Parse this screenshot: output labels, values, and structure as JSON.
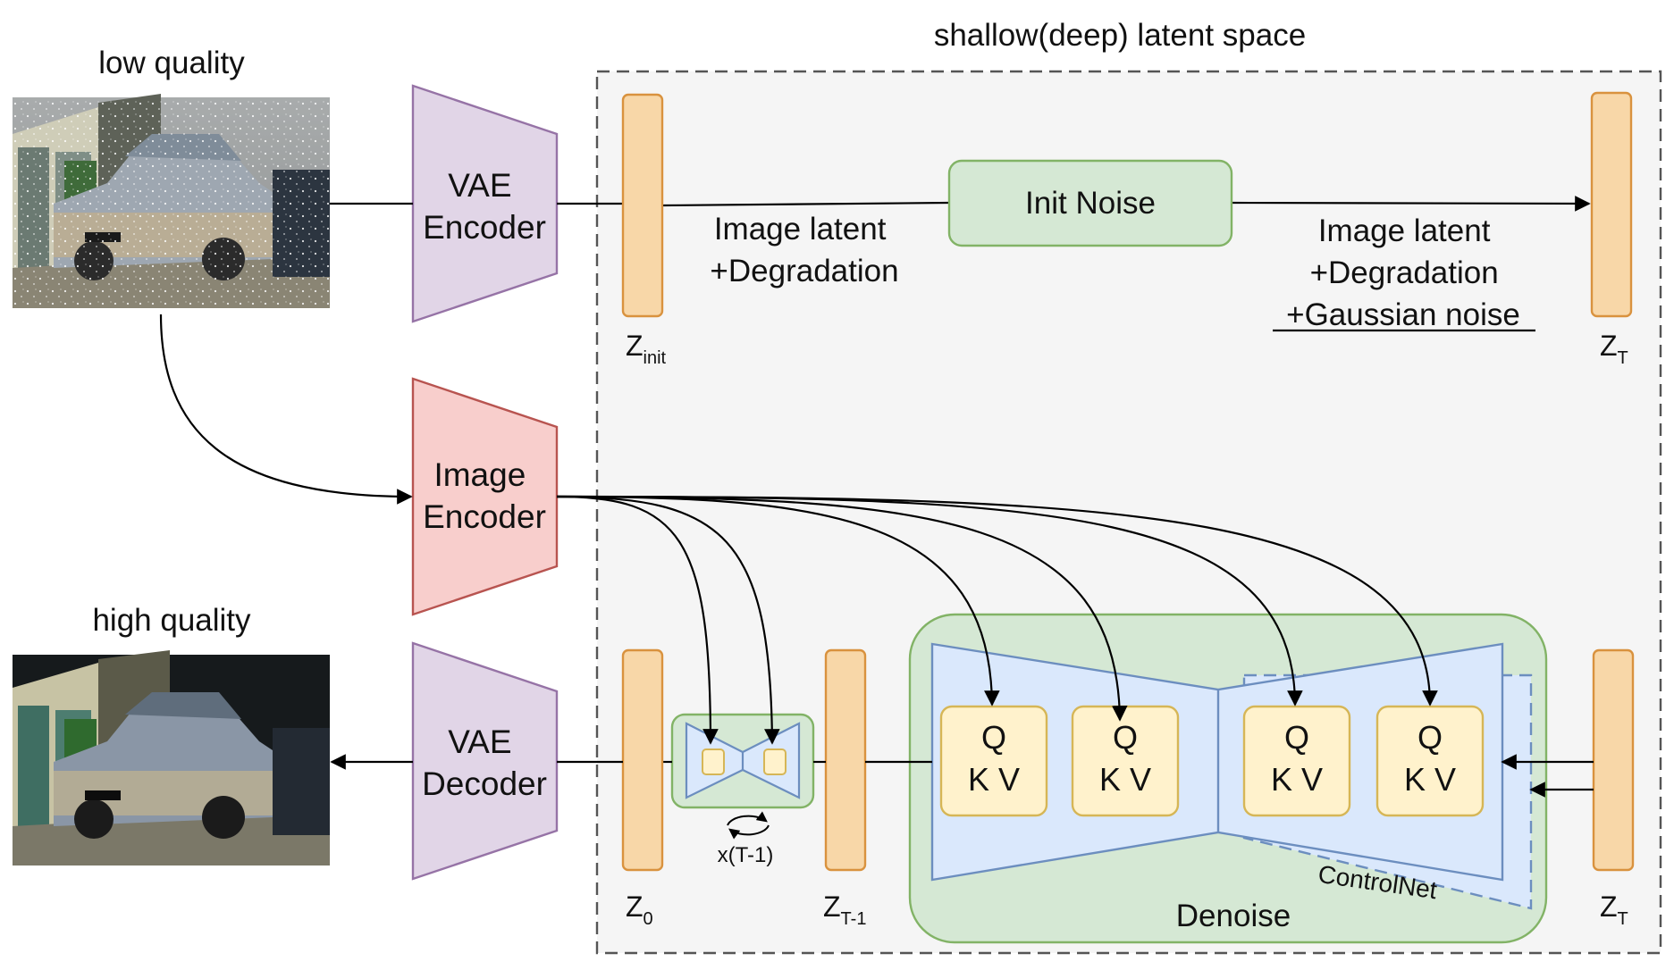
{
  "header": {
    "latent_space_title": "shallow(deep) latent space"
  },
  "labels": {
    "low_quality": "low quality",
    "high_quality": "high quality"
  },
  "encoders": {
    "vae_encoder": [
      "VAE",
      "Encoder"
    ],
    "image_encoder": [
      "Image",
      "Encoder"
    ],
    "vae_decoder": [
      "VAE",
      "Decoder"
    ]
  },
  "latents": {
    "z_init": {
      "base": "Z",
      "sub": "init"
    },
    "z_T_top": {
      "base": "Z",
      "sub": "T"
    },
    "z_0": {
      "base": "Z",
      "sub": "0"
    },
    "z_T_minus_1": {
      "base": "Z",
      "sub": "T-1"
    },
    "z_T_bottom": {
      "base": "Z",
      "sub": "T"
    }
  },
  "init_noise": "Init Noise",
  "annotations": {
    "left": [
      "Image latent",
      "+Degradation"
    ],
    "right": [
      "Image latent",
      "+Degradation",
      "+Gaussian noise"
    ]
  },
  "loop_label": "x(T-1)",
  "qkv": {
    "q": "Q",
    "kv": "K V"
  },
  "controlnet": "ControlNet",
  "denoise": "Denoise",
  "colors": {
    "latent_fill": "#f8d7a8",
    "latent_stroke": "#d9923e",
    "vae_fill": "#e1d5e7",
    "vae_stroke": "#9673a6",
    "image_enc_fill": "#f8cecc",
    "image_enc_stroke": "#b85450",
    "green_fill": "#d5e8d4",
    "green_stroke": "#82b366",
    "blue_fill": "#dae8fc",
    "blue_stroke": "#6c8ebf",
    "qkv_fill": "#fff2cc",
    "qkv_stroke": "#d6b656",
    "panel_fill": "#f5f5f5",
    "panel_stroke": "#555555"
  }
}
